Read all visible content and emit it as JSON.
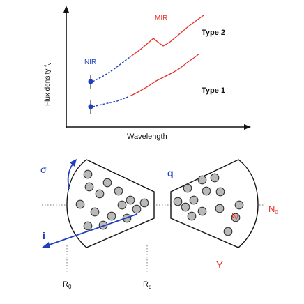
{
  "top_panel": {
    "y_axis_label": "Flux density f",
    "y_axis_label_subscript": "ν",
    "x_axis_label": "Wavelength",
    "nir_label": "NIR",
    "mir_label": "MIR",
    "curve_labels": [
      "Type 2",
      "Type 1"
    ]
  },
  "bottom_panel": {
    "sigma_label": "σ",
    "i_label": "i",
    "q_label": "q",
    "tau_label": "τ",
    "tau_subscript": "V",
    "n0_label": "N",
    "n0_subscript": "0",
    "y_label": "Y",
    "r0_label": "R",
    "r0_subscript": "0",
    "rd_label": "R",
    "rd_subscript": "d"
  },
  "colors": {
    "blue": "#1f3fbf",
    "red": "#e8312a",
    "cloud_fill": "#b9b9b9",
    "axis": "#111111"
  }
}
